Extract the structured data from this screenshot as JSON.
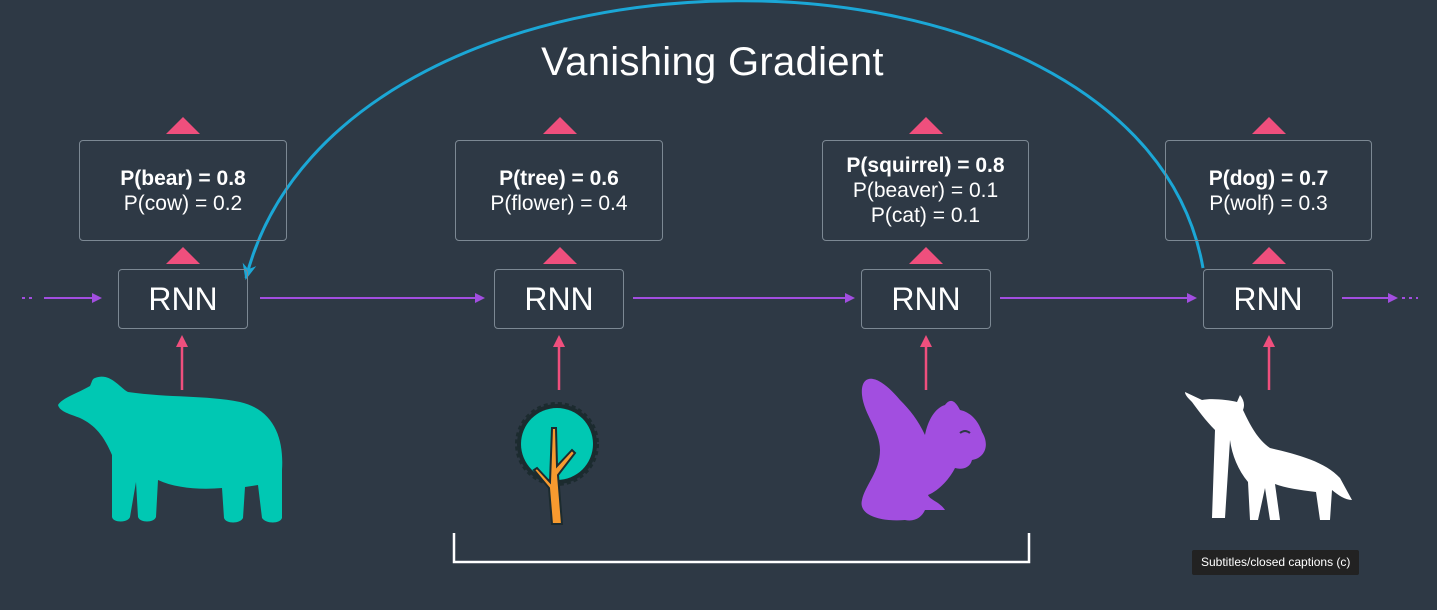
{
  "title": "Vanishing Gradient",
  "rnn_label": "RNN",
  "timesteps": [
    {
      "animal_icon": "bear-icon",
      "top_line": "P(bear) = 0.8",
      "lines": [
        "P(cow) = 0.2"
      ]
    },
    {
      "animal_icon": "tree-icon",
      "top_line": "P(tree) = 0.6",
      "lines": [
        "P(flower) = 0.4"
      ]
    },
    {
      "animal_icon": "squirrel-icon",
      "top_line": "P(squirrel) = 0.8",
      "lines": [
        "P(beaver) = 0.1",
        "P(cat) = 0.1"
      ]
    },
    {
      "animal_icon": "wolf-icon",
      "top_line": "P(dog) = 0.7",
      "lines": [
        "P(wolf) = 0.3"
      ]
    }
  ],
  "caption": "Subtitles/closed captions (c)",
  "colors": {
    "background": "#2e3945",
    "gradient_arc": "#1ba7d6",
    "flow_arrow": "#a24ee0",
    "pink_arrow": "#ef4f7d",
    "bear": "#00c8b3",
    "squirrel": "#a24ee0",
    "tree_crown": "#00c8b3",
    "tree_trunk": "#f79a2f",
    "wolf": "#ffffff"
  }
}
